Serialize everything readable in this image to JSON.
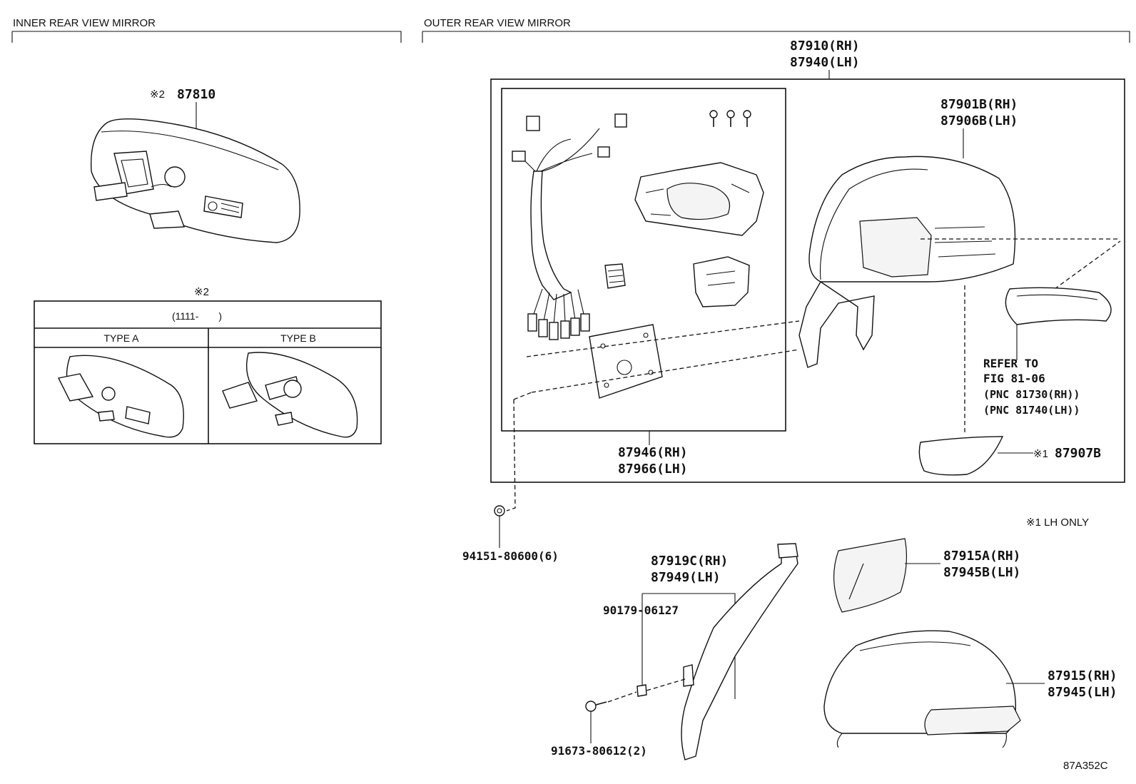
{
  "sections": {
    "inner": "INNER REAR VIEW MIRROR",
    "outer": "OUTER REAR VIEW MIRROR"
  },
  "inner_mirror": {
    "mark": "※2",
    "part_no": "87810"
  },
  "variant_table": {
    "mark": "※2",
    "range": "(1111-　　)",
    "type_a": "TYPE A",
    "type_b": "TYPE B"
  },
  "outer": {
    "assembly_rh": "87910(RH)",
    "assembly_lh": "87940(LH)",
    "mirror_sub_rh": "87901B(RH)",
    "mirror_sub_lh": "87906B(LH)",
    "harness_rh": "87946(RH)",
    "harness_lh": "87966(LH)",
    "cover_lower_mark": "※1",
    "cover_lower": "87907B",
    "refer_1": "REFER TO",
    "refer_2": "FIG 81-06",
    "refer_3": "(PNC 81730(RH))",
    "refer_4": "(PNC 81740(LH))",
    "note": "※1 LH ONLY",
    "nut": "94151-80600(6)",
    "stay_rh": "87919C(RH)",
    "stay_lh": "87949(LH)",
    "clip": "90179-06127",
    "screw": "91673-80612(2)",
    "glass_rh": "87915A(RH)",
    "glass_lh": "87945B(LH)",
    "housing_rh": "87915(RH)",
    "housing_lh": "87945(LH)",
    "illustration_code": "87A352C"
  }
}
